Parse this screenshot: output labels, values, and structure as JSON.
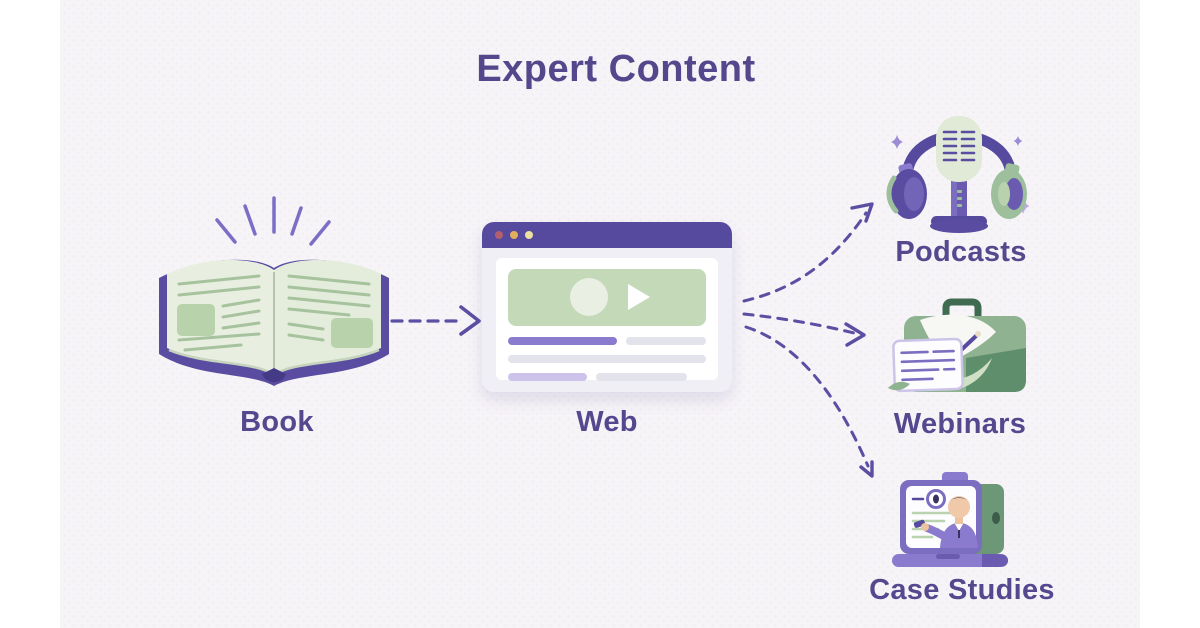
{
  "title": "Expert Content",
  "nodes": {
    "book": {
      "label": "Book",
      "icon": "open-book-icon"
    },
    "web": {
      "label": "Web",
      "icon": "browser-video-player-icon"
    },
    "podcasts": {
      "label": "Podcasts",
      "icon": "microphone-headphones-icon"
    },
    "webinars": {
      "label": "Webinars",
      "icon": "briefcase-notes-icon"
    },
    "case_studies": {
      "label": "Case Studies",
      "icon": "laptop-presenter-icon"
    }
  },
  "edges": [
    {
      "from": "Book",
      "to": "Web",
      "style": "dashed-arrow"
    },
    {
      "from": "Web",
      "to": "Podcasts",
      "style": "dashed-arrow"
    },
    {
      "from": "Web",
      "to": "Webinars",
      "style": "dashed-arrow"
    },
    {
      "from": "Web",
      "to": "Case Studies",
      "style": "dashed-arrow"
    }
  ],
  "colors": {
    "canvas_background": "#f7f4f8",
    "side_margins": "#ffffff",
    "title_text": "#54478c",
    "label_text": "#55488e",
    "arrow_purple": "#5b4fa3",
    "purple_dark": "#564a9e",
    "purple_mid": "#8a7bce",
    "purple_light": "#cdc2ea",
    "green_dark": "#5f8e6c",
    "green_mid": "#8fb290",
    "green_pale": "#c4d9b8",
    "page_green": "#e8efe1",
    "dot_red": "#b25f6e",
    "dot_amber": "#e4ae5d",
    "dot_cream": "#ece0a2"
  }
}
